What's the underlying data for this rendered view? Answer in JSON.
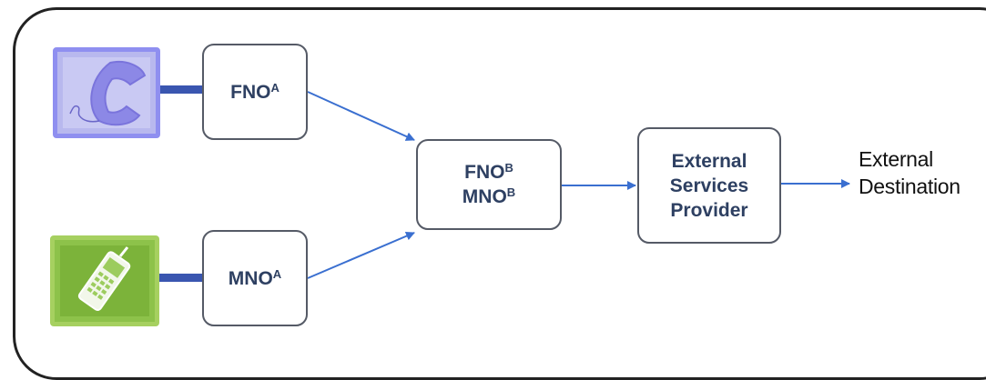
{
  "diagram": {
    "nodes": {
      "fno_a": {
        "name": "FNO",
        "sup": "A"
      },
      "mno_a": {
        "name": "MNO",
        "sup": "A"
      },
      "fno_b": {
        "name": "FNO",
        "sup": "B"
      },
      "mno_b": {
        "name": "MNO",
        "sup": "B"
      },
      "esp": {
        "line1": "External",
        "line2": "Services",
        "line3": "Provider"
      }
    },
    "destination": {
      "line1": "External",
      "line2": "Destination"
    },
    "icons": {
      "fixed": "telephone-handset-icon",
      "mobile": "mobile-phone-icon"
    },
    "colors": {
      "arrow": "#3a6fd0",
      "connector": "#3a56b0",
      "node_text": "#2e4062",
      "node_border": "#555a66",
      "phone_tile": "#b8b8ee",
      "mobile_tile": "#8dc24a"
    }
  }
}
